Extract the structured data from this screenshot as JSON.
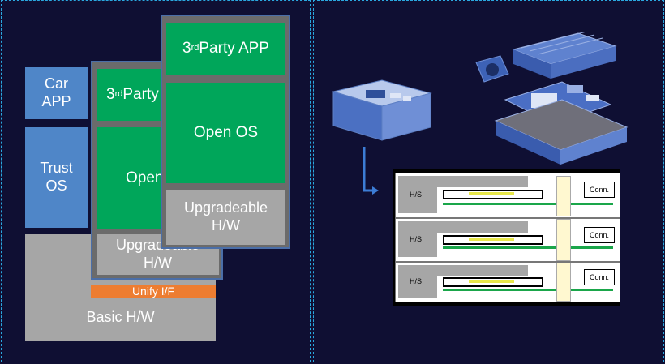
{
  "left": {
    "car_app": "Car\nAPP",
    "trust_os": "Trust\nOS",
    "basic_hw": "Basic H/W",
    "unify_if": "Unify  I/F",
    "mid_third_party": "3",
    "mid_third_party_sup": "rd",
    "mid_third_party_rest": " Party APP",
    "mid_open_os": "Open OS",
    "mid_upgradeable": "Upgradeable\nH/W",
    "front_third_party": "3",
    "front_third_party_sup": "rd",
    "front_third_party_rest": " Party APP",
    "front_open_os": "Open OS",
    "front_upgradeable": "Upgradeable\nH/W"
  },
  "right": {
    "rack_rows": [
      {
        "hs": "H/S",
        "conn": "Conn."
      },
      {
        "hs": "H/S",
        "conn": "Conn."
      },
      {
        "hs": "H/S",
        "conn": "Conn."
      }
    ]
  }
}
